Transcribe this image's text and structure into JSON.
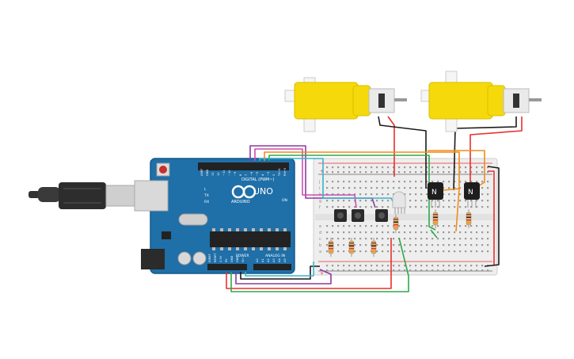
{
  "board": {
    "brand_logo": "arduino-infinity-logo",
    "model": "UNO",
    "brand": "ARDUINO",
    "digital_header": "DIGITAL (PWM~)",
    "analog_header": "ANALOG IN",
    "power_header": "POWER",
    "on_label": "ON",
    "tx_label": "TX",
    "rx_label": "RX",
    "l_label": "L",
    "top_pins": [
      "AREF",
      "GND",
      "13",
      "12",
      "~11",
      "~10",
      "~9",
      "8",
      "7",
      "~6",
      "~5",
      "4",
      "~3",
      "2",
      "TX→1",
      "RX←0"
    ],
    "power_pins": [
      "IOREF",
      "RESET",
      "3.3V",
      "5V",
      "GND",
      "GND",
      "Vin"
    ],
    "analog_pins": [
      "A0",
      "A1",
      "A2",
      "A3",
      "A4",
      "A5"
    ]
  },
  "components": {
    "motors": [
      "dc-gear-motor-left",
      "dc-gear-motor-right"
    ],
    "transistors": [
      "npn-transistor-left",
      "npn-transistor-right"
    ],
    "buttons": [
      "pushbutton-1",
      "pushbutton-2",
      "pushbutton-3"
    ],
    "led": "rgb-led",
    "resistor_count": 6
  },
  "breadboard": {
    "rail_plus": "+",
    "rail_minus": "−",
    "row_letters_top": [
      "j",
      "i",
      "h",
      "g",
      "f"
    ],
    "row_letters_bottom": [
      "e",
      "d",
      "c",
      "b",
      "a"
    ]
  },
  "colors": {
    "board": "#1f6fa8",
    "motor": "#f5d90a",
    "wire_red": "#e8302c",
    "wire_black": "#1a1a1a",
    "wire_green": "#2fa84a",
    "wire_orange": "#f08c1a",
    "wire_purple": "#8e3a9c",
    "wire_pink": "#c94fb0",
    "wire_cyan": "#3bb3c9"
  }
}
